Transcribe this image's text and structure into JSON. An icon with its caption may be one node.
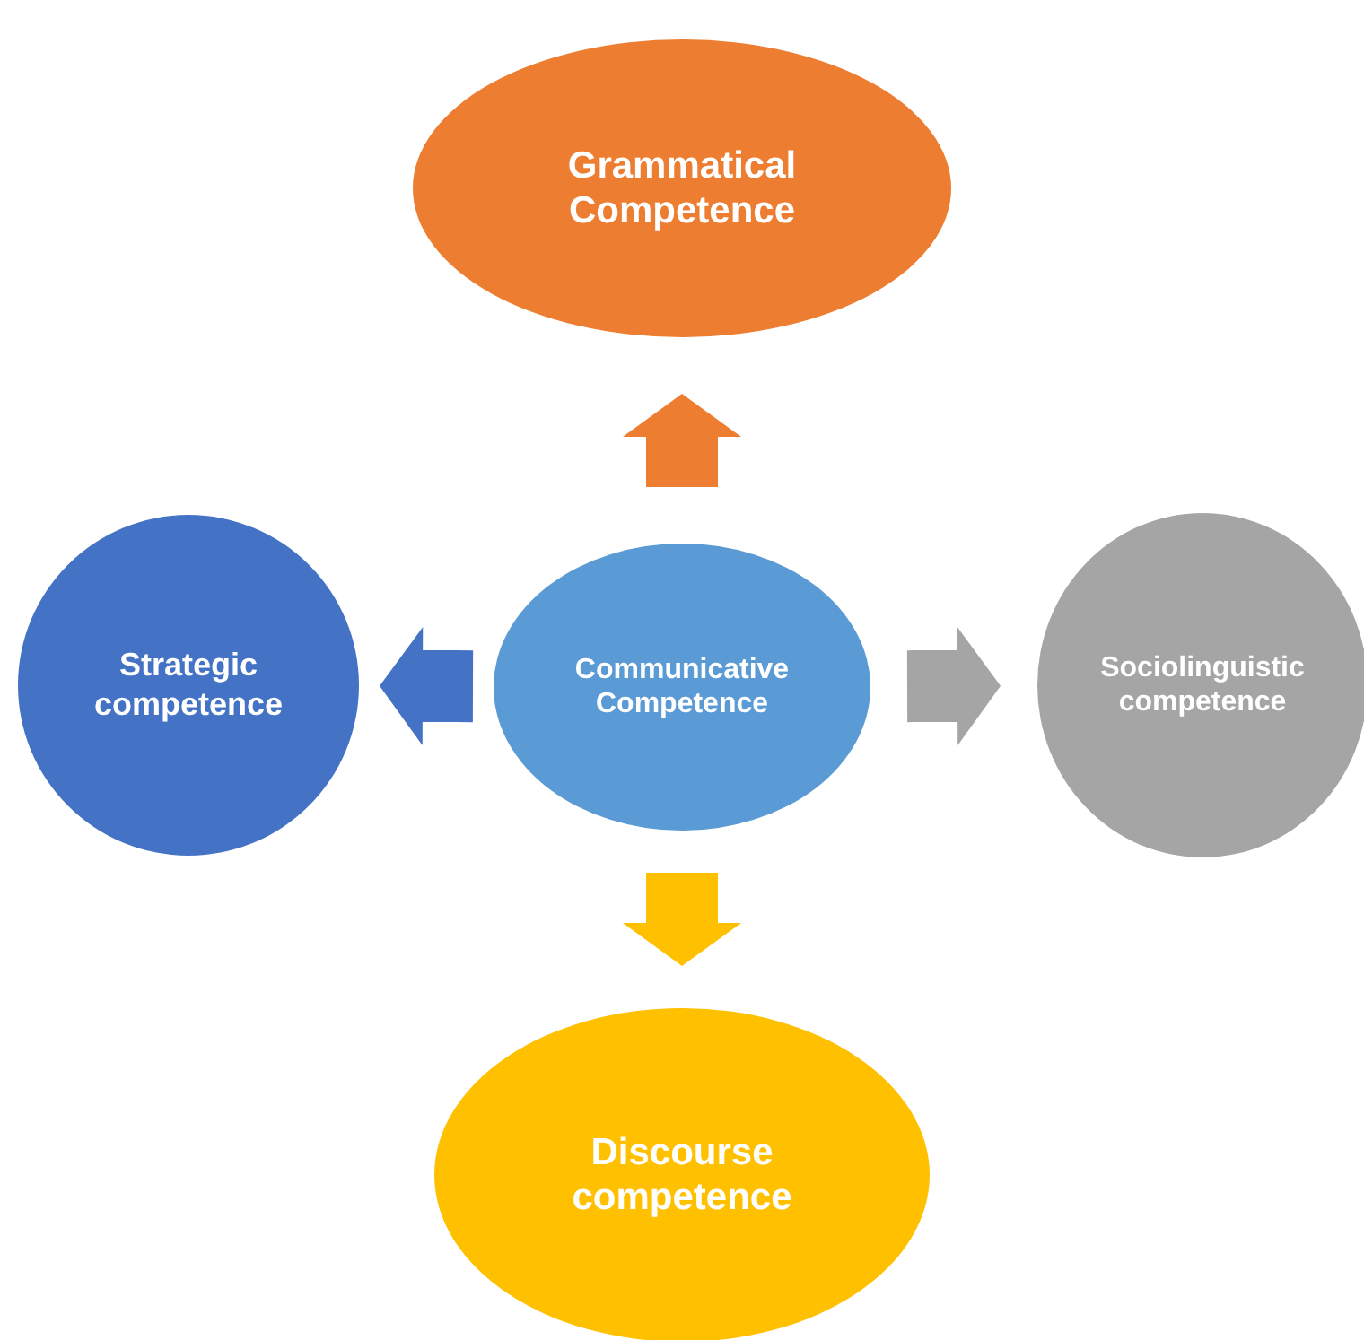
{
  "diagram": {
    "nodes": [
      {
        "text": [
          "Grammatical Competence"
        ]
      },
      {
        "text": [
          "Strategic competence"
        ]
      },
      {
        "text": [
          "Communicative Competence"
        ]
      },
      {
        "text": [
          "Sociolinguistic competence"
        ]
      },
      {
        "text": [
          "Discourse competence"
        ]
      }
    ],
    "edges": [
      {
        "from": 2,
        "to": 0,
        "arrow": "to",
        "color": "#ed7d31"
      },
      {
        "from": 2,
        "to": 1,
        "arrow": "to",
        "color": "#4472c4"
      },
      {
        "from": 2,
        "to": 3,
        "arrow": "to",
        "color": "#a5a5a5"
      },
      {
        "from": 2,
        "to": 4,
        "arrow": "to",
        "color": "#ffc000"
      }
    ]
  }
}
